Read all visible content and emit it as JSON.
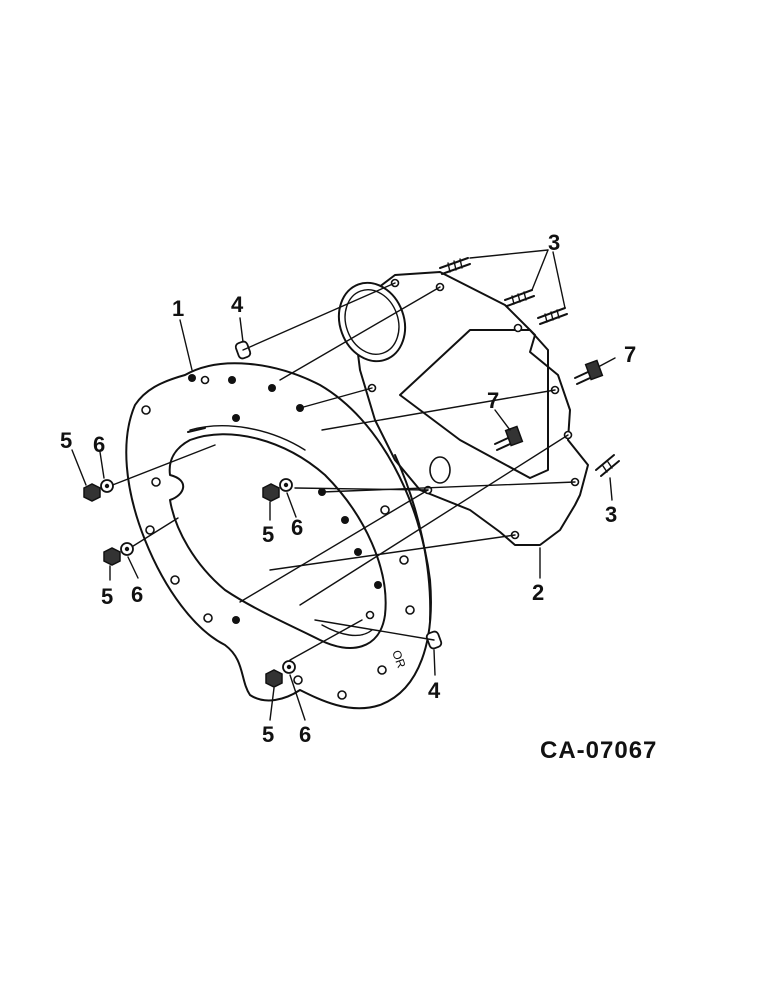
{
  "figure": {
    "reference": "CA-07067"
  },
  "callouts": {
    "c1": "1",
    "c2": "2",
    "c3a": "3",
    "c3b": "3",
    "c4a": "4",
    "c4b": "4",
    "c5a": "5",
    "c5b": "5",
    "c5c": "5",
    "c5d": "5",
    "c6a": "6",
    "c6b": "6",
    "c6c": "6",
    "c6d": "6",
    "c7a": "7",
    "c7b": "7"
  },
  "marking": {
    "part_mark": "OR"
  }
}
